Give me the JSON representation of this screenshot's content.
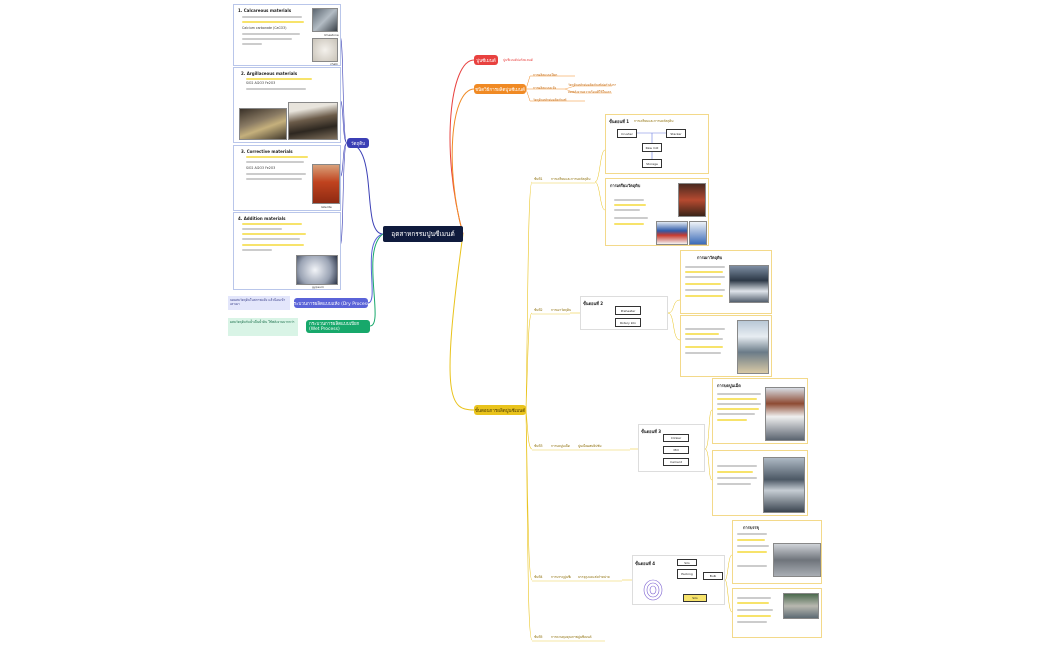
{
  "center": {
    "title": "อุตสาหกรรมปูนซีเมนต์"
  },
  "branches": {
    "intro": {
      "label": "ปูนซีเมนต์",
      "sub": "ปูนซีเมนต์ปอร์ตแลนด์",
      "color": "#e8413f"
    },
    "kinds": {
      "label": "ชนิดวิธีการผลิตปูนซีเมนต์",
      "sub1": "การผลิตแบบเปียก",
      "sub2": "การผลิตแบบแห้ง",
      "sub3": "วัตถุดิบหลักต่อผลิตภัณฑ์",
      "note1": "วัตถุดิบหลักต่อผลิตภัณฑ์ต่อกำลังการผลิต",
      "note2": "ลดพลังงานความร้อนที่ใช้ในเตา",
      "color": "#f08a24"
    },
    "materials": {
      "label": "วัตถุดิบ",
      "color": "#3b3fb5"
    },
    "dry": {
      "label": "กระบวนการผลิตแบบแห้ง (Dry Process)",
      "note": "บดผสมวัตถุดิบในสภาพแห้ง แล้วป้อนเข้าเตาเผา",
      "color": "#5a63d8"
    },
    "wet": {
      "label": "กระบวนการผลิตแบบเปียก (Wet Process)",
      "note": "ผสมวัตถุดิบกับน้ำเป็นน้ำดิน ใช้พลังงานมากกว่า",
      "color": "#17a86b"
    },
    "steps": {
      "label": "ขั้นตอนการผลิตปูนซีเมนต์",
      "color": "#e9c31c"
    }
  },
  "materials": {
    "m1": {
      "title": "1. Calcareous materials",
      "photo1": "limestone",
      "photo2": "chalk",
      "text": "Calcium carbonate (CaCO3)"
    },
    "m2": {
      "title": "2. Argillaceous materials",
      "text": "SiO2 Al2O3 Fe2O3"
    },
    "m3": {
      "title": "3. Corrective materials",
      "text": "SiO2 Al2O3 Fe2O3",
      "photo": "laterite"
    },
    "m4": {
      "title": "4. Addition materials",
      "photo": "gypsum"
    }
  },
  "steps": {
    "s1": {
      "label": "ขั้นที่1",
      "desc": "การเตรียมและการบดวัตถุดิบ",
      "card_title": "ขั้นตอนที่ 1",
      "card_sub": "การเตรียมและการบดวัตถุดิบ",
      "box1": "Crusher",
      "box2": "Stacker",
      "box3": "Raw mill",
      "box4": "Storage",
      "photo_title": "การเตรียมวัตถุดิบ"
    },
    "s2": {
      "label": "ขั้นที่2",
      "desc": "การเผาวัตถุดิบ",
      "card_title": "ขั้นตอนที่ 2",
      "box1": "Preheater",
      "box2": "Rotary kiln",
      "photo_title": "การเผาวัตถุดิบ"
    },
    "s3": {
      "label": "ขั้นที่3",
      "desc": "การบดปูนเม็ด",
      "mid": "ปูนเม็ดผสมยิปซัม",
      "card_title": "ขั้นตอนที่ 3",
      "box1": "Clinker",
      "box2": "Mill",
      "box3": "Cement",
      "photo_title": "การบดปูนเม็ด"
    },
    "s4": {
      "label": "ขั้นที่4",
      "desc": "การบรรจุปูนซีเมนต์",
      "mid": "บรรจุถุงและส่งจำหน่าย",
      "card_title": "ขั้นตอนที่ 4",
      "box1": "Silo",
      "box2": "Packing",
      "box3": "Bulk",
      "photo_title": "การบรรจุ"
    },
    "s5": {
      "label": "ขั้นที่5",
      "desc": "การควบคุมคุณภาพปูนซีเมนต์"
    }
  }
}
